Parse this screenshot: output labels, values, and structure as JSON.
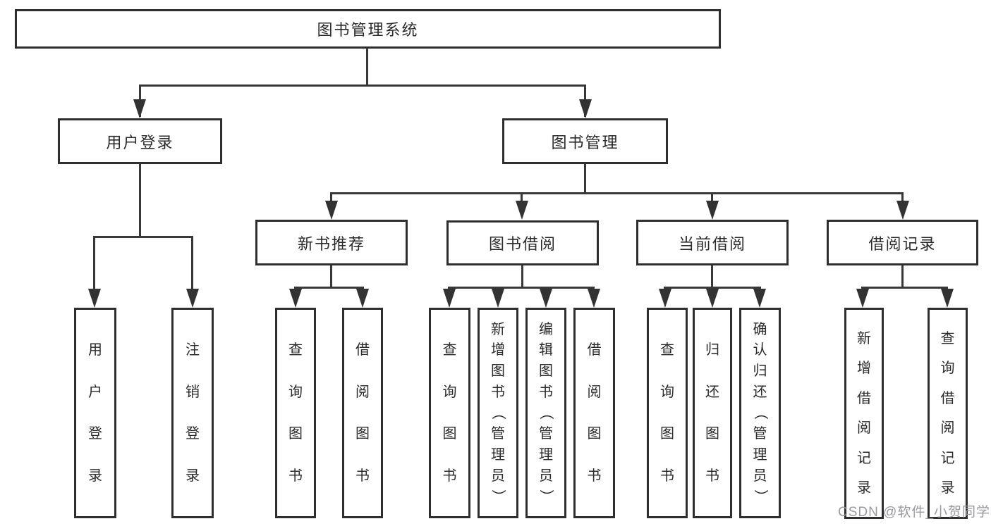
{
  "diagram": {
    "root": {
      "label": "图书管理系统"
    },
    "level2": [
      {
        "label": "用户登录"
      },
      {
        "label": "图书管理"
      }
    ],
    "level3": [
      {
        "label": "新书推荐"
      },
      {
        "label": "图书借阅"
      },
      {
        "label": "当前借阅"
      },
      {
        "label": "借阅记录"
      }
    ],
    "leaves": [
      {
        "label": "用户登录"
      },
      {
        "label": "注销登录"
      },
      {
        "label": "查询图书"
      },
      {
        "label": "借阅图书"
      },
      {
        "label": "查询图书"
      },
      {
        "label": "新增图书（管理员）"
      },
      {
        "label": "编辑图书（管理员）"
      },
      {
        "label": "借阅图书"
      },
      {
        "label": "查询图书"
      },
      {
        "label": "归还图书"
      },
      {
        "label": "确认归还（管理员）"
      },
      {
        "label": "新增借阅记录"
      },
      {
        "label": "查询借阅记录"
      }
    ]
  },
  "watermark": {
    "text": "CSDN @软件_小贺同学"
  },
  "colors": {
    "line": "#383838",
    "border": "#2e2e2e",
    "text": "#2a2a2a",
    "watermark": "#949499",
    "background": "#ffffff"
  }
}
